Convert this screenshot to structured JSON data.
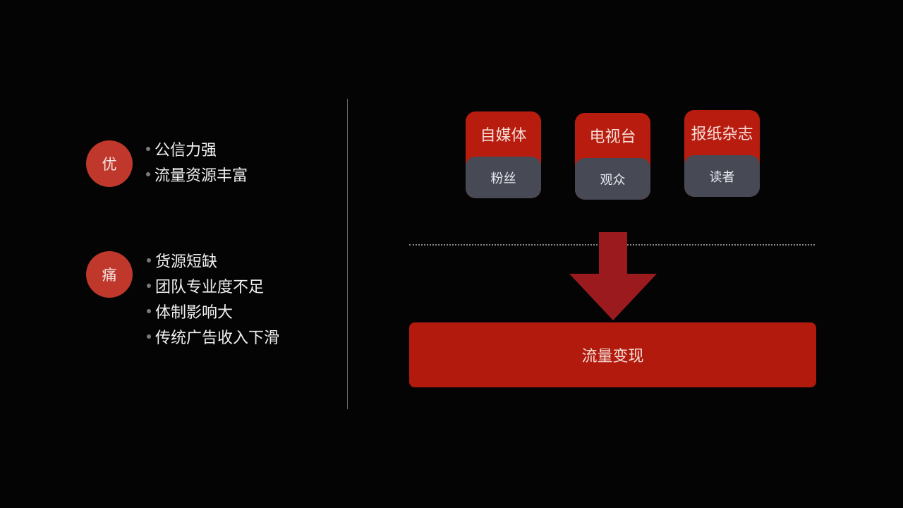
{
  "colors": {
    "background": "#050405",
    "circle_red": "#c0382b",
    "card_red": "#b71c0f",
    "card_gray": "#474a55",
    "arrow_red": "#9b1a1e",
    "result_red": "#b11a0c"
  },
  "left": {
    "advantages": {
      "badge": "优",
      "items": [
        "公信力强",
        "流量资源丰富"
      ]
    },
    "pains": {
      "badge": "痛",
      "items": [
        "货源短缺",
        "团队专业度不足",
        "体制影响大",
        "传统广告收入下滑"
      ]
    }
  },
  "right": {
    "cards": [
      {
        "title": "自媒体",
        "subtitle": "粉丝"
      },
      {
        "title": "电视台",
        "subtitle": "观众"
      },
      {
        "title": "报纸杂志",
        "subtitle": "读者"
      }
    ],
    "arrow_icon": "down-arrow",
    "result": "流量变现"
  }
}
